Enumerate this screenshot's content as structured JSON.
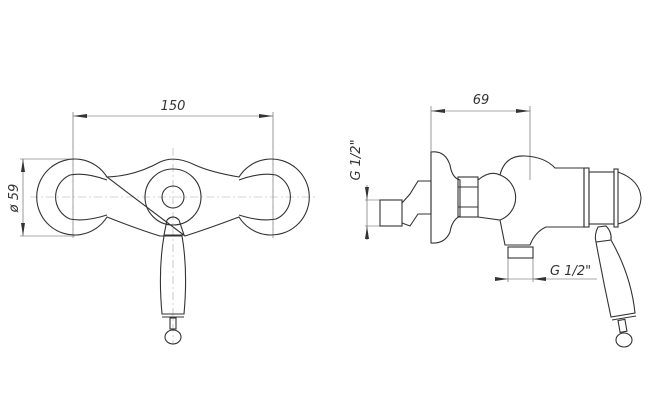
{
  "front_view": {
    "width_dim": "150",
    "diameter_dim": "ø 59"
  },
  "side_view": {
    "depth_dim": "69",
    "inlet_thread": "G 1/2\"",
    "outlet_thread": "G 1/2\""
  }
}
